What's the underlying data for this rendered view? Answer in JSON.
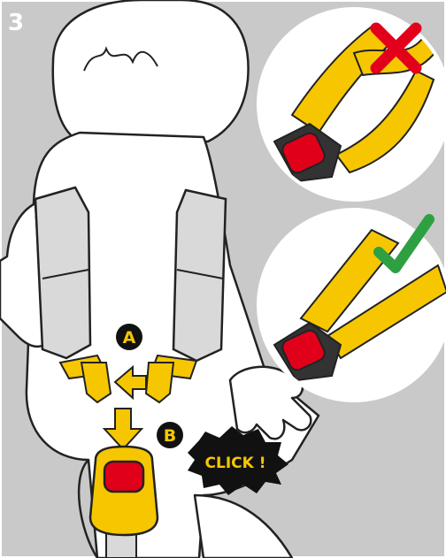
{
  "step": {
    "number": "3"
  },
  "labels": {
    "a": "A",
    "b": "B",
    "click": "CLICK !"
  },
  "colors": {
    "background": "#c9c9c9",
    "strap_yellow": "#f6c700",
    "buckle_red": "#e1001a",
    "wrong_red": "#e3001b",
    "correct_green": "#2ea042",
    "pad_gray": "#d9d9d9",
    "outline": "#111111",
    "figure_white": "#ffffff"
  },
  "icons": {
    "wrong": "cross-icon",
    "correct": "checkmark-icon",
    "insert_left": "arrow-left-icon",
    "insert_down": "arrow-down-icon"
  },
  "insets": [
    {
      "state": "incorrect",
      "icon": "cross-icon"
    },
    {
      "state": "correct",
      "icon": "checkmark-icon"
    }
  ]
}
